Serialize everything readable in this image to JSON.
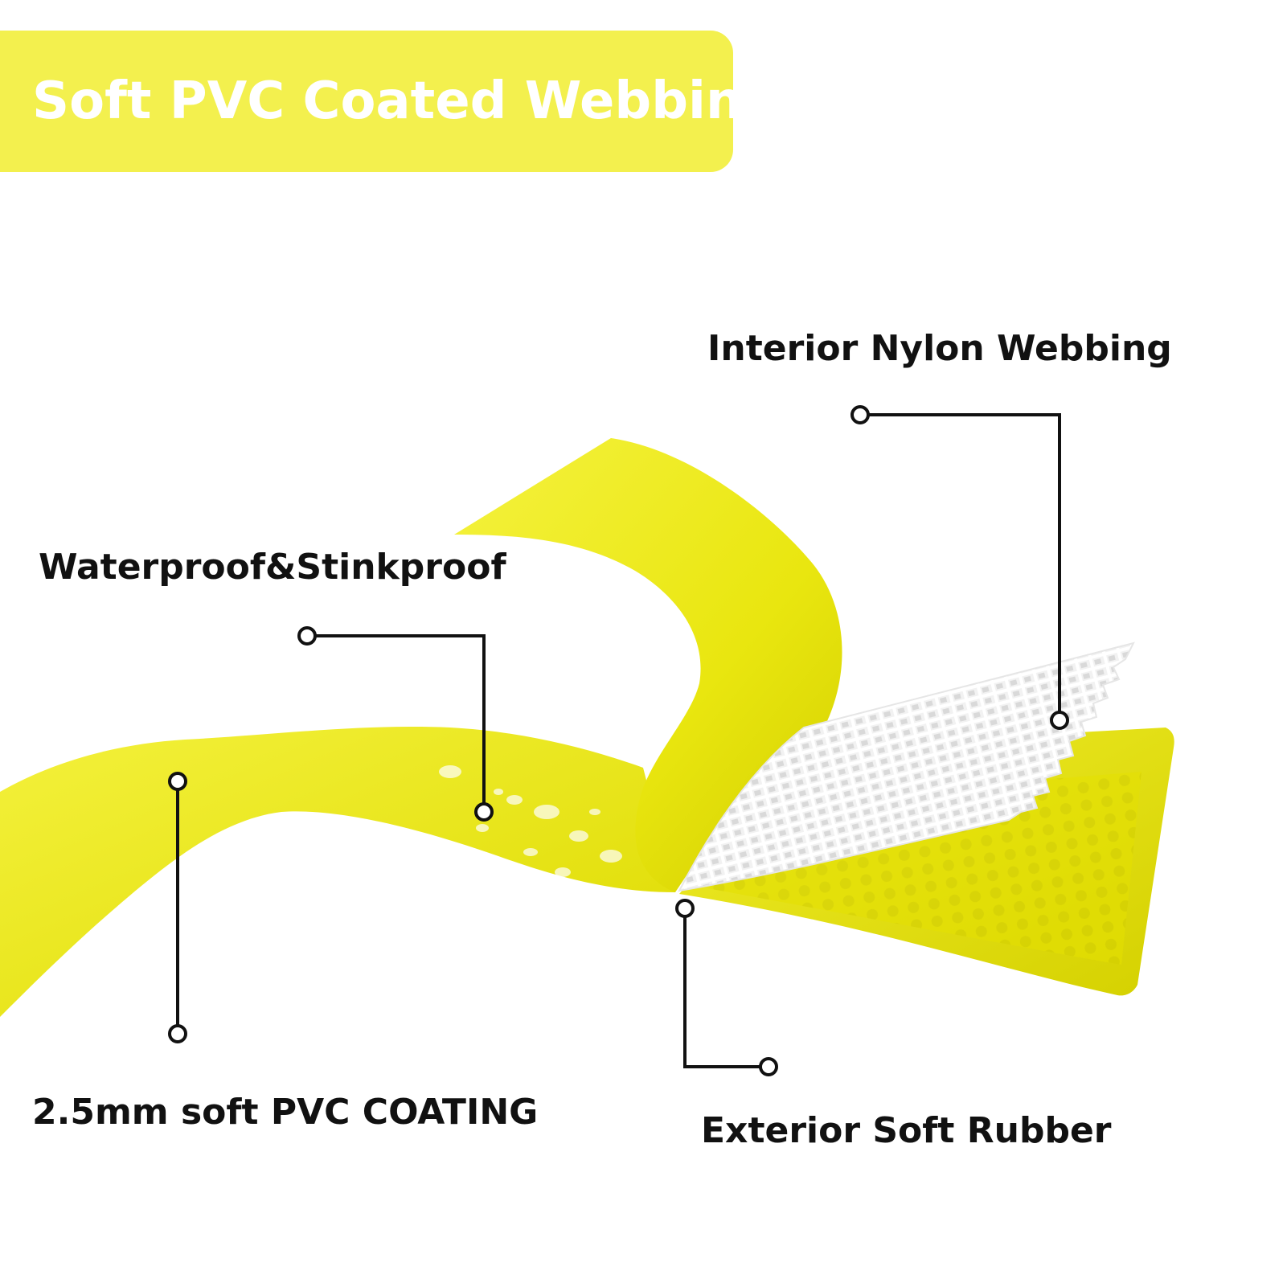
{
  "title": "Soft PVC Coated Webbing",
  "callouts": {
    "interior_nylon": "Interior Nylon Webbing",
    "waterproof": "Waterproof&Stinkproof",
    "coating": "2.5mm soft PVC COATING",
    "exterior_rubber": "Exterior Soft Rubber"
  },
  "colors": {
    "banner": "#f3f04e",
    "strap_light": "#f2ef3a",
    "strap_dark": "#d8d400",
    "mesh": "#ffffff",
    "callout_line": "#111111"
  }
}
